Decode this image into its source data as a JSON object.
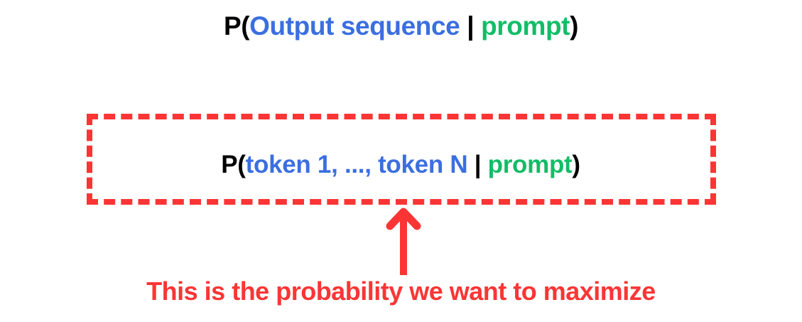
{
  "colors": {
    "background": "#ffffff",
    "black": "#000000",
    "blue": "#3b6fe0",
    "green": "#11bd66",
    "red": "#fb3535"
  },
  "title_formula": {
    "p_open": "P(",
    "variable": "Output sequence",
    "pipe": " | ",
    "condition": "prompt",
    "close": ")"
  },
  "boxed_formula": {
    "p_open": "P(",
    "token_first": "token 1, ",
    "ellipsis": "..., ",
    "token_last": "token N",
    "pipe": " | ",
    "condition": "prompt",
    "close": ")"
  },
  "arrow": {
    "direction": "up",
    "color": "#fb3535"
  },
  "caption": {
    "text": "This is the probability we want to maximize"
  }
}
